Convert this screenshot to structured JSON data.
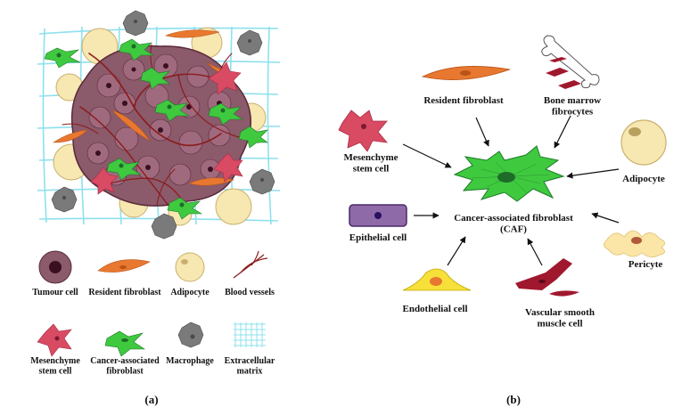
{
  "panel_a": {
    "label": "(a)",
    "legend": [
      {
        "id": "tumour",
        "lines": [
          "Tumour cell"
        ]
      },
      {
        "id": "resident",
        "lines": [
          "Resident fibroblast"
        ]
      },
      {
        "id": "adipocyte",
        "lines": [
          "Adipocyte"
        ]
      },
      {
        "id": "vessels",
        "lines": [
          "Blood vessels"
        ]
      },
      {
        "id": "msc",
        "lines": [
          "Mesenchyme",
          "stem cell"
        ]
      },
      {
        "id": "caf",
        "lines": [
          "Cancer-associated",
          "fibroblast"
        ]
      },
      {
        "id": "macrophage",
        "lines": [
          "Macrophage"
        ]
      },
      {
        "id": "ecm",
        "lines": [
          "Extracellular",
          "matrix"
        ]
      }
    ]
  },
  "panel_b": {
    "label": "(b)",
    "center_lines": [
      "Cancer-associated fibroblast",
      "(CAF)"
    ],
    "sources": [
      {
        "id": "resident",
        "lines": [
          "Resident fibroblast"
        ]
      },
      {
        "id": "bone",
        "lines": [
          "Bone marrow",
          "fibrocytes"
        ]
      },
      {
        "id": "msc",
        "lines": [
          "Mesenchyme",
          "stem cell"
        ]
      },
      {
        "id": "adipocyte",
        "lines": [
          "Adipocyte"
        ]
      },
      {
        "id": "epithelial",
        "lines": [
          "Epithelial cell"
        ]
      },
      {
        "id": "pericyte",
        "lines": [
          "Pericyte"
        ]
      },
      {
        "id": "endothelial",
        "lines": [
          "Endothelial cell"
        ]
      },
      {
        "id": "vsmc",
        "lines": [
          "Vascular smooth",
          "muscle cell"
        ]
      }
    ]
  },
  "colors": {
    "tumour": "#8b5a6b",
    "tumour_nucleus": "#3a1020",
    "resident": "#e8782f",
    "adipocyte": "#f7e7b0",
    "vessel": "#8b1a1a",
    "msc": "#d94a63",
    "caf": "#3fc93f",
    "caf_nucleus": "#1e6b2a",
    "macrophage": "#7a7a7a",
    "ecm": "#8ee0ee",
    "epithelial": "#8e6aa8",
    "pericyte": "#fbe6a8",
    "endothelial": "#f7e03a",
    "vsmc": "#a0182e"
  }
}
